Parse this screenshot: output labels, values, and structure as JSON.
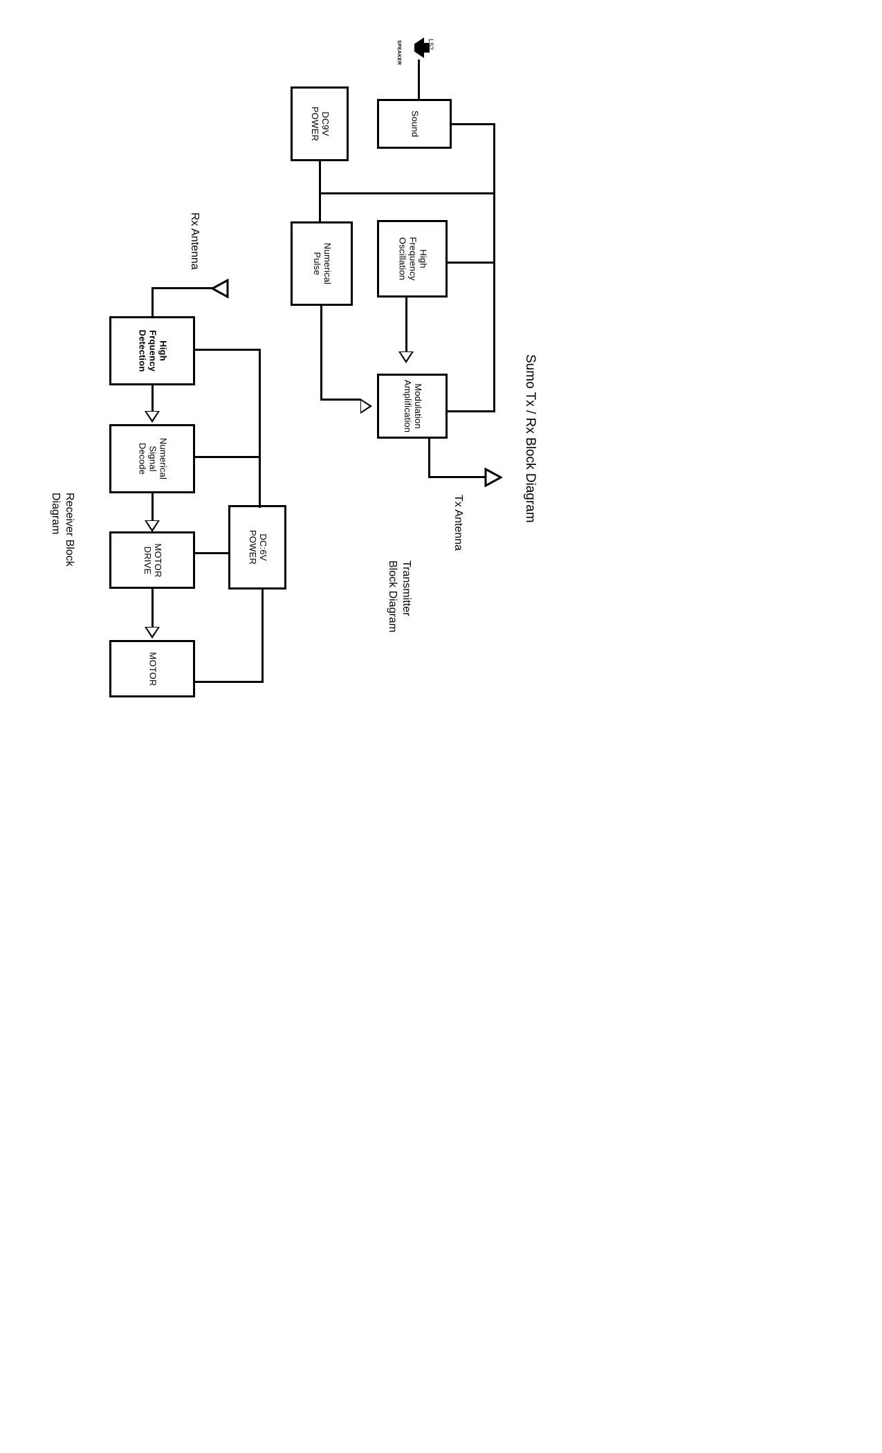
{
  "document": {
    "title": "Sumo Tx / Rx Block Diagram",
    "orientation": "rotated-90-clockwise",
    "background": "#ffffff",
    "ink": "#000000"
  },
  "titles": {
    "main": "Sumo Tx / Rx Block Diagram",
    "transmitter": "Transmitter\nBlock Diagram",
    "receiver": "Receiver Block\nDiagram"
  },
  "transmitter": {
    "blocks": [
      {
        "id": "dc9v",
        "label": "DC9V\nPOWER"
      },
      {
        "id": "sound",
        "label": "Sound"
      },
      {
        "id": "numerical",
        "label": "Numerical\nPulse"
      },
      {
        "id": "hfosc",
        "label": "High\nFrequency\nOscillation"
      },
      {
        "id": "modamp",
        "label": "Modulation\nAmplification"
      }
    ],
    "antenna": {
      "label": "Tx Antenna",
      "symbol": "antenna-icon"
    },
    "speaker": {
      "label": "SPEAKER",
      "designator": "LS?",
      "symbol": "speaker-icon"
    }
  },
  "receiver": {
    "blocks": [
      {
        "id": "hfdet",
        "label": "High\nFrquency\nDetection"
      },
      {
        "id": "numdec",
        "label": "Numerical\nSignal\nDecode"
      },
      {
        "id": "motordrive",
        "label": "MOTOR\nDRIVE"
      },
      {
        "id": "motor",
        "label": "MOTOR"
      },
      {
        "id": "dc6v",
        "label": "DC:6V\nPOWER"
      }
    ],
    "antenna": {
      "label": "Rx Antenna",
      "symbol": "antenna-icon"
    }
  }
}
